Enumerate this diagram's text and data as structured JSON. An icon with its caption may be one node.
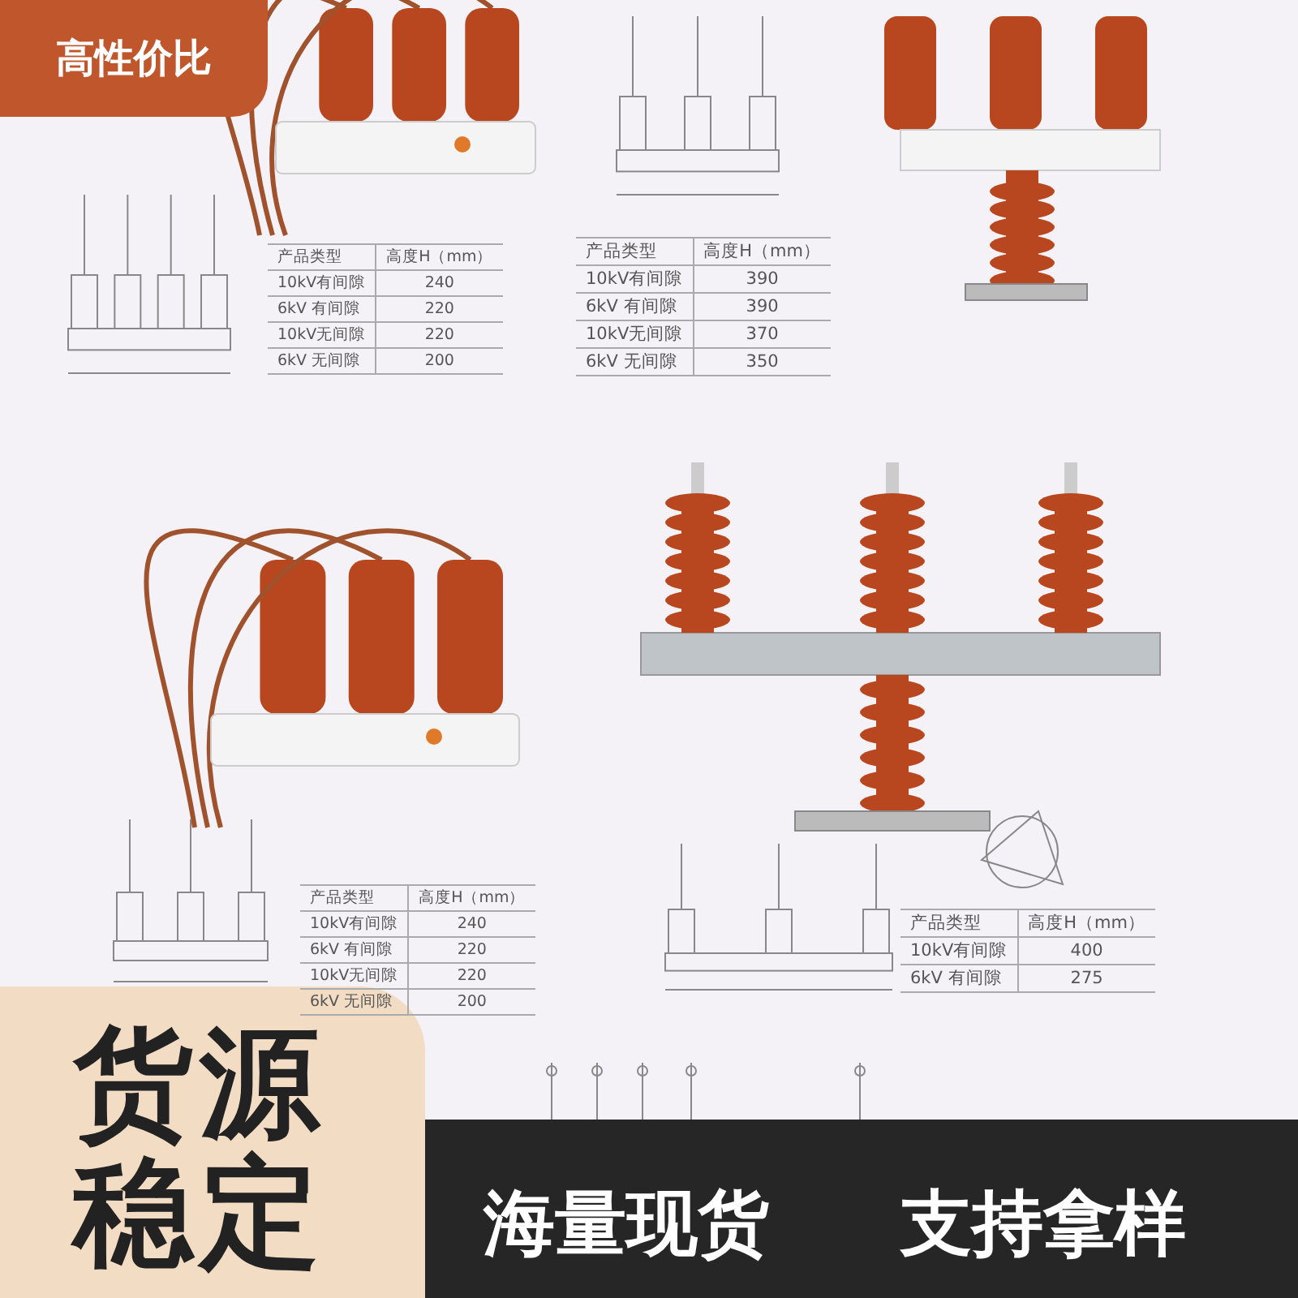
{
  "diagram": {
    "labels": [
      "高性价比",
      "产品类型",
      "高度H（mm）",
      "10kV有间隙",
      "240",
      "6kV 有间隙",
      "220",
      "10kV无间隙",
      "220",
      "6kV 无间隙",
      "200",
      "产品类型",
      "高度H（mm）",
      "10kV有间隙",
      "390",
      "6kV 有间隙",
      "390",
      "10kV无间隙",
      "370",
      "6kV 无间隙",
      "350",
      "产品类型",
      "高度H（mm）",
      "10kV有间隙",
      "240",
      "6kV 有间隙",
      "220",
      "10kV无间隙",
      "220",
      "6kV 无间隙",
      "200",
      "产品类型",
      "高度H（mm）",
      "10kV有间隙",
      "400",
      "6kV 有间隙",
      "275",
      "货源稳定",
      "海量现货",
      "支持拿样"
    ]
  }
}
